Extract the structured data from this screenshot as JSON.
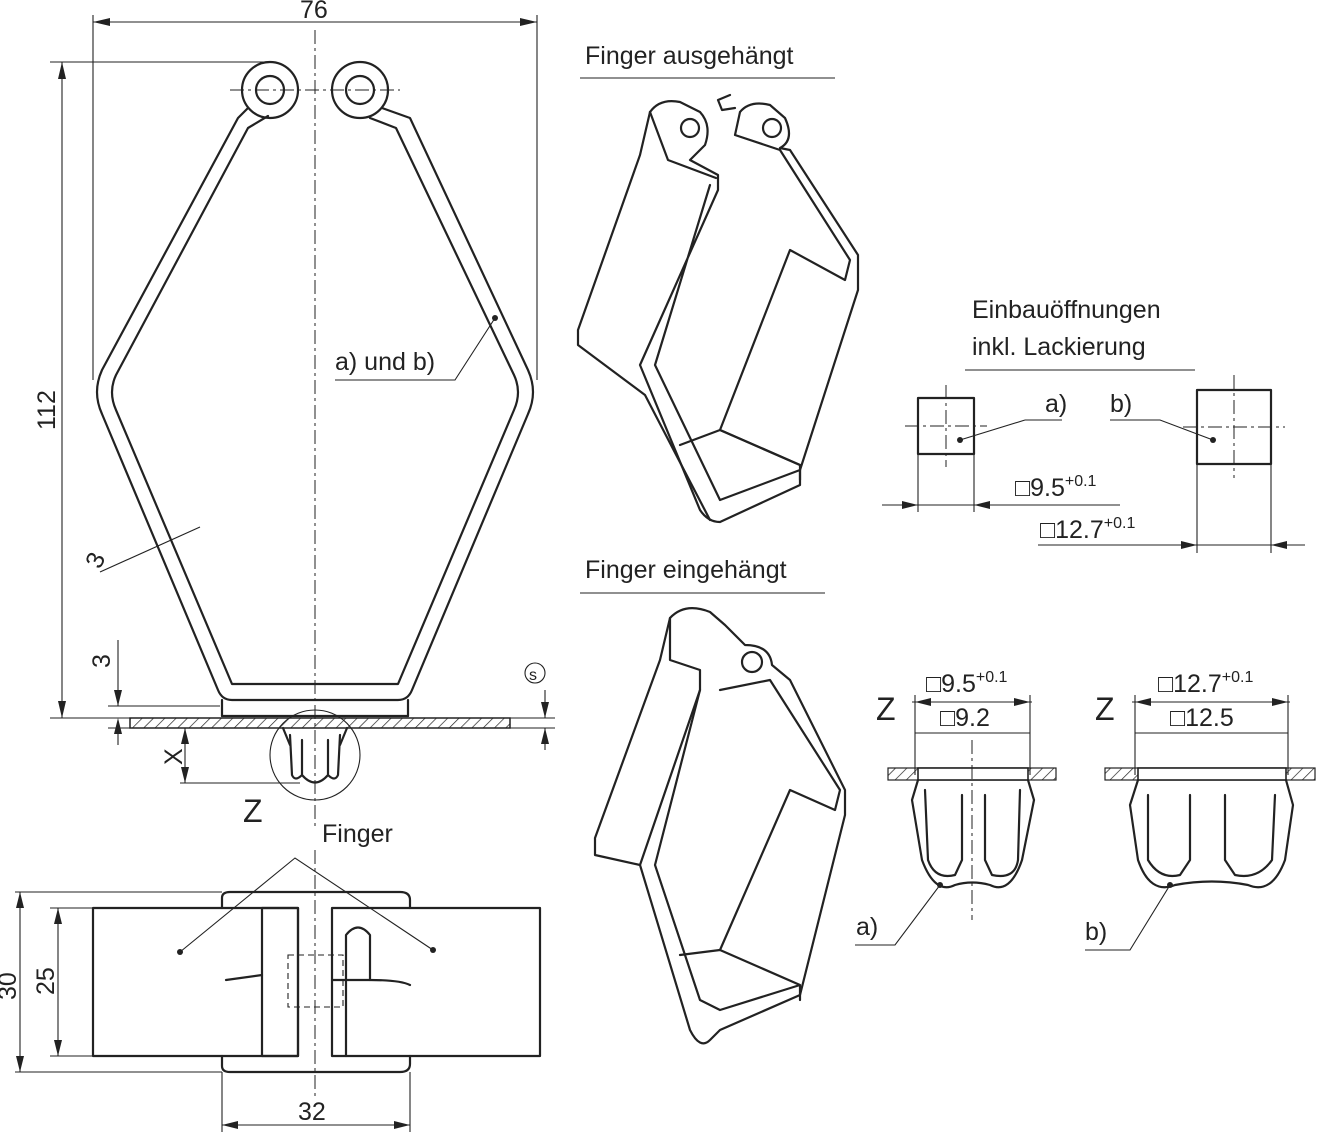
{
  "front_view": {
    "dim_width": "76",
    "dim_height": "112",
    "dim_wall": "3",
    "dim_base": "3",
    "label_ab": "a) und b)",
    "dim_x": "X",
    "dim_s": "s",
    "detail_label": "Z"
  },
  "bottom_view": {
    "finger_label": "Finger",
    "dim_30": "30",
    "dim_25": "25",
    "dim_32": "32"
  },
  "iso_views": {
    "top_title": "Finger ausgehängt",
    "bottom_title": "Finger eingehängt"
  },
  "openings": {
    "title_line1": "Einbauöffnungen",
    "title_line2": "inkl. Lackierung",
    "label_a": "a)",
    "label_b": "b)",
    "dim_a": "□9.5",
    "dim_a_tol": "+0.1",
    "dim_b": "□12.7",
    "dim_b_tol": "+0.1"
  },
  "detail_a": {
    "view_label": "Z",
    "dim_outer": "□9.5",
    "dim_outer_tol": "+0.1",
    "dim_inner": "□9.2",
    "variant": "a)"
  },
  "detail_b": {
    "view_label": "Z",
    "dim_outer": "□12.7",
    "dim_outer_tol": "+0.1",
    "dim_inner": "□12.5",
    "variant": "b)"
  }
}
